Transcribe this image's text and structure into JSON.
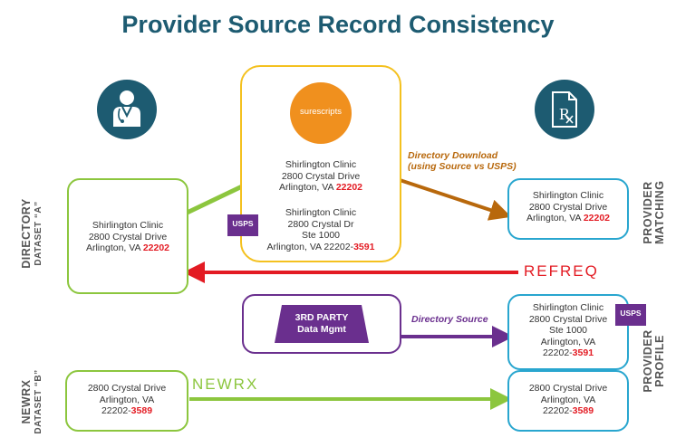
{
  "title": "Provider Source Record Consistency",
  "logo_text": "surescripts",
  "labels": {
    "directory": "DIRECTORY",
    "directory_sub": "DATASET “A”",
    "newrx": "NEWRX",
    "newrx_sub": "DATASET “B”",
    "provider_matching": "PROVIDER MATCHING",
    "provider_profile": "PROVIDER PROFILE"
  },
  "arrows": {
    "directory_download_1": "Directory Download",
    "directory_download_2": "(using Source vs USPS)",
    "refreq": "REFREQ",
    "directory_source": "Directory Source",
    "newrx": "NEWRX"
  },
  "badges": {
    "usps": "USPS",
    "third_party_1": "3RD PARTY",
    "third_party_2": "Data Mgmt"
  },
  "directory_box": {
    "line1": "Shirlington Clinic",
    "line2": "2800 Crystal Drive",
    "line3": "Arlington, VA ",
    "zip": "22202"
  },
  "surescripts_box": {
    "a_line1": "Shirlington Clinic",
    "a_line2": "2800 Crystal Drive",
    "a_line3": "Arlington, VA ",
    "a_zip": "22202",
    "b_line1": "Shirlington Clinic",
    "b_line2": "2800 Crystal Dr",
    "b_line3": "Ste 1000",
    "b_line4": "Arlington, VA 22202-",
    "b_zip4": "3591"
  },
  "matching_box": {
    "line1": "Shirlington Clinic",
    "line2": "2800 Crystal Drive",
    "line3": "Arlington, VA ",
    "zip": "22202"
  },
  "profile_box": {
    "line1": "Shirlington Clinic",
    "line2": "2800 Crystal Drive",
    "line3": "Ste 1000",
    "line4": "Arlington, VA",
    "line5": "22202-",
    "zip4": "3591"
  },
  "newrx_box": {
    "line1": "2800 Crystal Drive",
    "line2": "Arlington, VA",
    "line3": "22202-",
    "zip4": "3589"
  },
  "newrx_right_box": {
    "line1": "2800 Crystal Drive",
    "line2": "Arlington, VA",
    "line3": "22202-",
    "zip4": "3589"
  },
  "colors": {
    "teal": "#1d5b71",
    "green": "#8cc63e",
    "blue": "#29a6cf",
    "yellow": "#f4c11f",
    "purple": "#6a2f8e",
    "red": "#e31b23",
    "brown": "#b8680c",
    "orange": "#f0901e"
  }
}
